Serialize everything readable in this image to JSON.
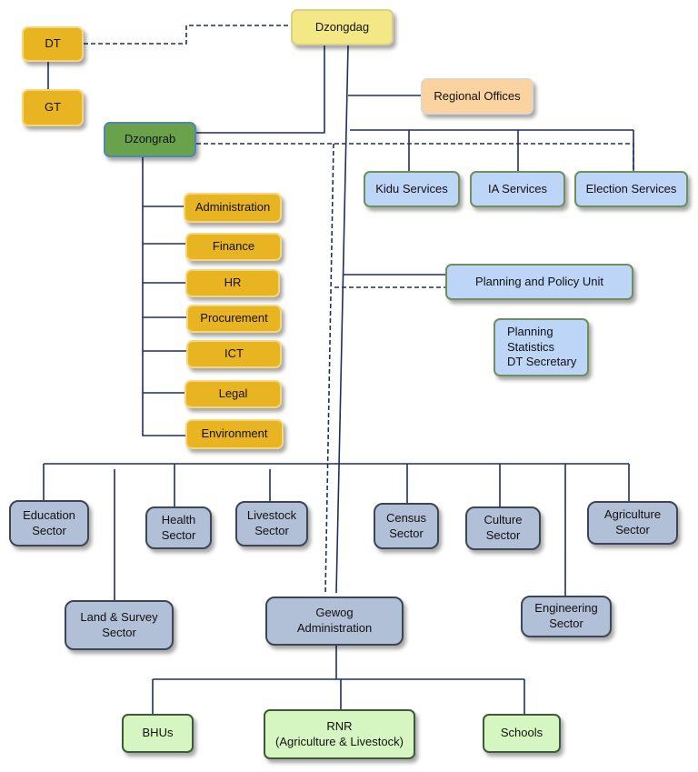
{
  "colors": {
    "line": "#1f2f5e",
    "gold": "#e9b421",
    "yellow": "#f4e886",
    "green": "#6aa24c",
    "peach": "#fbd3a1",
    "light_blue": "#bdd5f6",
    "steel_blue": "#b1c0d7",
    "lime": "#d5f6c0"
  },
  "top": {
    "dzongdag": "Dzongdag",
    "dt": "DT",
    "gt": "GT",
    "dzongrab": "Dzongrab",
    "regional_offices": "Regional Offices"
  },
  "services": [
    "Kidu Services",
    "IA Services",
    "Election Services"
  ],
  "planning": {
    "unit": "Planning and Policy Unit",
    "functions": "Planning\nStatistics\nDT Secretary"
  },
  "dzongrab_units": [
    "Administration",
    "Finance",
    "HR",
    "Procurement",
    "ICT",
    "Legal",
    "Environment"
  ],
  "sectors": {
    "education": "Education\nSector",
    "health": "Health\nSector",
    "livestock": "Livestock\nSector",
    "census": "Census\nSector",
    "culture": "Culture\nSector",
    "agriculture": "Agriculture\nSector",
    "land_survey": "Land & Survey\nSector",
    "engineering": "Engineering\nSector"
  },
  "gewog": {
    "administration": "Gewog\nAdministration",
    "units": [
      "BHUs",
      "RNR\n(Agriculture & Livestock)",
      "Schools"
    ]
  }
}
